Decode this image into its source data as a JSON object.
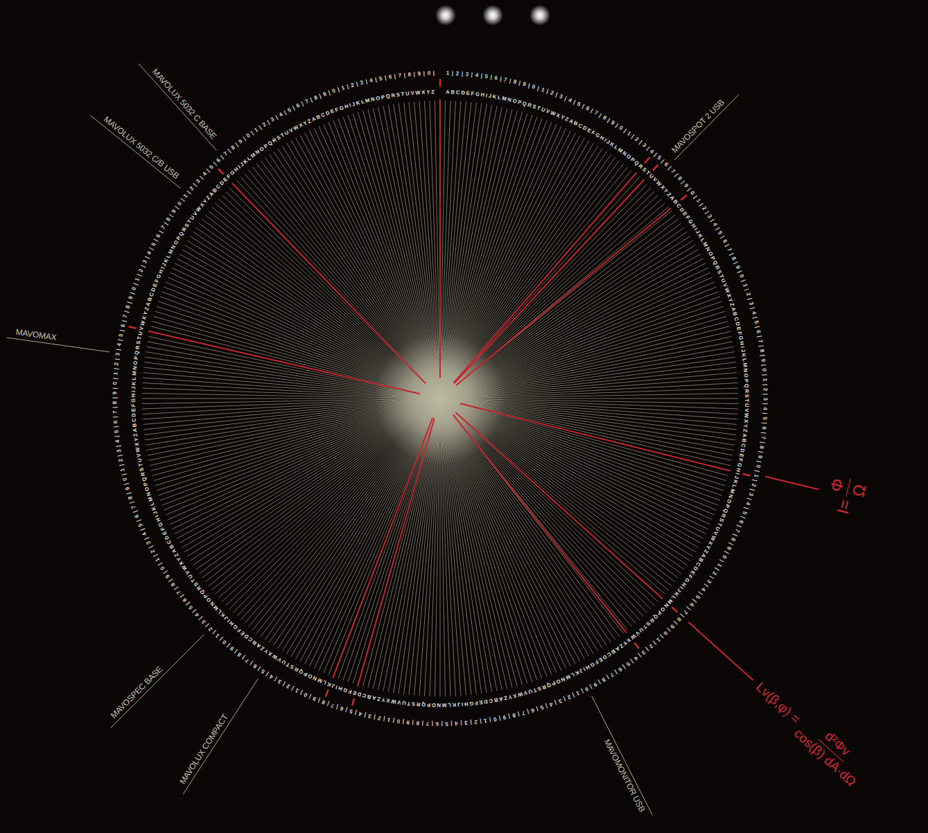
{
  "diagram": {
    "labels": [
      "ABCDEFGHIJKLMNOPQRSTUVWXYZABCDEFGHIJKLMNOPQRSTUVWXYZABCDEFGHIJKLMNOPQRSTUVWXYZABCDEFGHIJKLMNOPQRSTUVWXYZABCDEFGHIJKLMNOPQRSTUVWXYZABCDEFGHIJKLMNOPQRSTUVWXYZABCDEFGHIJKLMNOPQRSTUVWXYZABCDEFGHIJKLMNOPQRSTUVWXYZABCDEFGHIJKLMNOPQRSTUVWXYZABCDEFGHIJKLMNOPQRSTUVWXYZABCDEFGHIJKLMNOPQRSTUVWXYZABCDEFGHIJKLMNOPQRSTUVWXYZABCDEFGHIJKLMNOPQRSTUVWXYZABCDEFGHIJKLMNOPQRSTUVWXYZABCDEFGHIJKLMNOPQRSTUVWXYZ",
      "1|2|3|4|5|6|7|8|9|0|1|2|3|4|5|6|7|8|9|0|1|2|3|4|5|6|7|8|9|0|1|2|3|4|5|6|7|8|9|0|1|2|3|4|5|6|7|8|9|0|1|2|3|4|5|6|7|8|9|0|1|2|3|4|5|6|7|8|9|0|1|2|3|4|5|6|7|8|9|0|1|2|3|4|5|6|7|8|9|0|1|2|3|4|5|6|7|8|9|0|1|2|3|4|5|6|7|8|9|0|1|2|3|4|5|6|7|8|9|0|1|2|3|4|5|6|7|8|9|0|1|2|3|4|5|6|7|8|9|0|1|2|3|4|5|6|7|8|9|0|1|2|3|4|5|6|7|8|9|0|1|2|3|4|5|6|7|8|9|0|1|2|3|4|5|6|7|8|9|0|1|2|3|4|5|6|7|8|9|0|1|2|3|4|5|6|7|8|9|0|1|2|3|4|5|6|7|8|9|0|",
      "MAVOLUX 5032 C BASE",
      "MAVOLUX 5032 C/B USB",
      "MAVOMAX",
      "MAVOSPEC BASE",
      "MAVOLUX COMPACT",
      "MAVOMONITOR USB",
      "MAVOSPOT 2 USB",
      "I=",
      "Φ",
      "Ω",
      "Lv(β,φ) =",
      "d²Φv",
      "cos(β) dA·dΩ"
    ]
  }
}
